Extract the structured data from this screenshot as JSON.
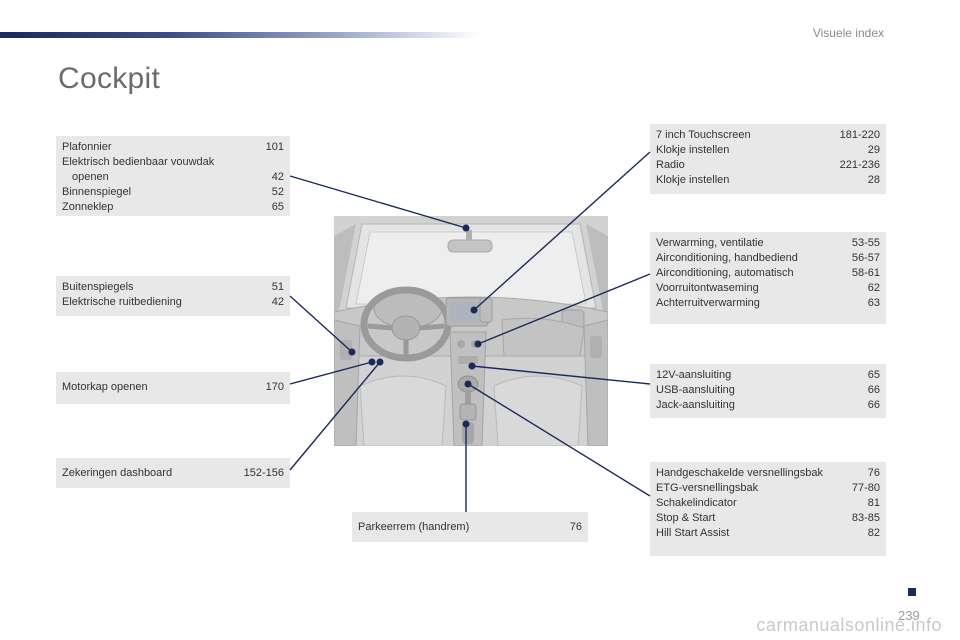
{
  "header": {
    "section_title": "Visuele index",
    "page_title": "Cockpit"
  },
  "boxes": {
    "plafonnier": [
      {
        "label": "Plafonnier",
        "page": "101"
      },
      {
        "label": "Elektrisch bedienbaar vouwdak",
        "page": ""
      },
      {
        "label": "openen",
        "page": "42"
      },
      {
        "label": "Binnenspiegel",
        "page": "52"
      },
      {
        "label": "Zonneklep",
        "page": "65"
      }
    ],
    "buitenspiegels": [
      {
        "label": "Buitenspiegels",
        "page": "51"
      },
      {
        "label": "Elektrische ruitbediening",
        "page": "42"
      }
    ],
    "motorkap": [
      {
        "label": "Motorkap openen",
        "page": "170"
      }
    ],
    "zekeringen": [
      {
        "label": "Zekeringen dashboard",
        "page": "152-156"
      }
    ],
    "parkeerrem": [
      {
        "label": "Parkeerrem (handrem)",
        "page": "76"
      }
    ],
    "touchscreen": [
      {
        "label": "7 inch Touchscreen",
        "page": "181-220"
      },
      {
        "label": "Klokje instellen",
        "page": "29"
      },
      {
        "label": "Radio",
        "page": "221-236"
      },
      {
        "label": "Klokje instellen",
        "page": "28"
      }
    ],
    "verwarming": [
      {
        "label": "Verwarming, ventilatie",
        "page": "53-55"
      },
      {
        "label": "Airconditioning, handbediend",
        "page": "56-57"
      },
      {
        "label": "Airconditioning, automatisch",
        "page": "58-61"
      },
      {
        "label": "Voorruitontwaseming",
        "page": "62"
      },
      {
        "label": "Achterruitverwarming",
        "page": "63"
      }
    ],
    "aansluiting": [
      {
        "label": "12V-aansluiting",
        "page": "65"
      },
      {
        "label": "USB-aansluiting",
        "page": "66"
      },
      {
        "label": "Jack-aansluiting",
        "page": "66"
      }
    ],
    "versnelling": [
      {
        "label": "Handgeschakelde versnellingsbak",
        "page": "76"
      },
      {
        "label": "ETG-versnellingsbak",
        "page": "77-80"
      },
      {
        "label": "Schakelindicator",
        "page": "81"
      },
      {
        "label": "Stop & Start",
        "page": "83-85"
      },
      {
        "label": "Hill Start Assist",
        "page": "82"
      }
    ]
  },
  "footer": {
    "page_number": "239",
    "watermark": "carmanualsonline.info"
  },
  "colors": {
    "accent": "#1b2a5b",
    "box_bg": "#e8e8e8",
    "leader": "#1b2a5b"
  }
}
